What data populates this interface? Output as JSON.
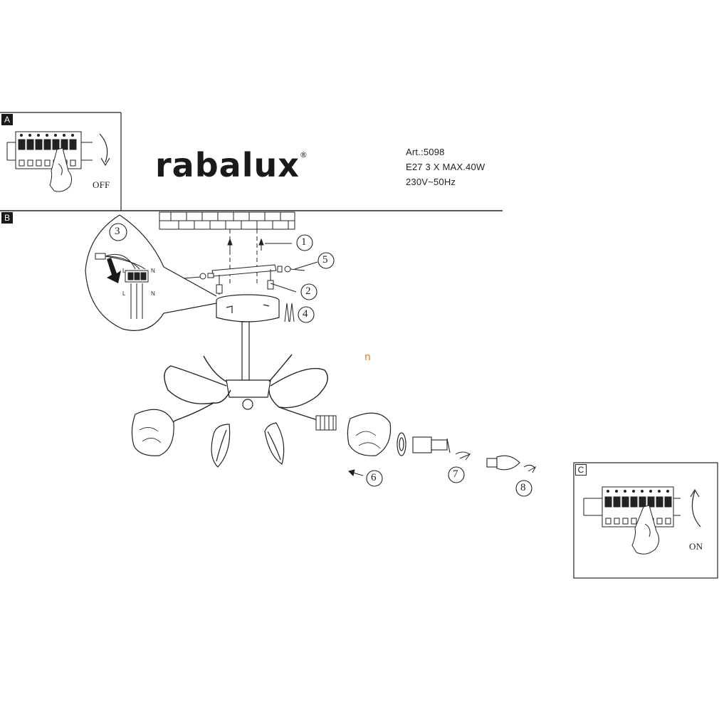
{
  "panels": {
    "a": {
      "letter": "A",
      "switch_label": "OFF"
    },
    "b": {
      "letter": "B"
    },
    "c": {
      "letter": "C",
      "switch_label": "ON"
    }
  },
  "brand": {
    "name": "rabalux",
    "registered": "®"
  },
  "specs": {
    "article": "Art.:5098",
    "lamp": "E27 3 X MAX.40W",
    "voltage": "230V~50Hz"
  },
  "wiring": {
    "left_terminal": "L",
    "neutral_terminal": "N"
  },
  "steps": [
    "1",
    "2",
    "3",
    "4",
    "5",
    "6",
    "7",
    "8"
  ],
  "stray_mark": "n",
  "colors": {
    "ink": "#1a1a1a",
    "accent": "#e8751a",
    "background": "#ffffff"
  }
}
